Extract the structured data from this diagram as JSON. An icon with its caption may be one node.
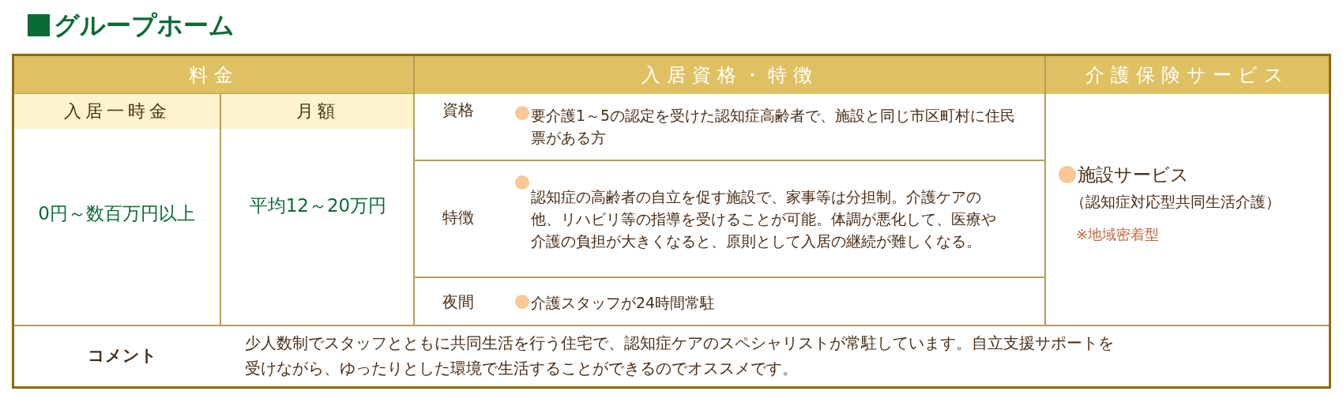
{
  "diagram": {
    "title": "グループホーム",
    "labels": [
      "料金",
      "入居資格・特徴",
      "介護保険サービス",
      "入居一時金",
      "月額",
      "資格",
      "要介護1～5の認定を受けた認知症高齢者で、施設と同じ市区町村に住民票がある方",
      "0円～数百万円以上",
      "平均12～20万円",
      "特徴",
      "認知症の高齢者の自立を促す施設で、家事等は分担制。介護ケアの他、リハビリ等の指導を受けることが可能。体調が悪化して、医療や介護の負担が大きくなると、原則として入居の継続が難しくなる。",
      "夜間",
      "介護スタッフが24時間常駐",
      "施設サービス",
      "（認知症対応型共同生活介護）",
      "※地域密着型",
      "コメント",
      "少人数制でスタッフとともに共同生活を行う住宅で、認知症ケアのスペシャリストが常駐しています。自立支援サポートを受けながら、ゆったりとした環境で生活することができるのでオススメです。"
    ]
  }
}
